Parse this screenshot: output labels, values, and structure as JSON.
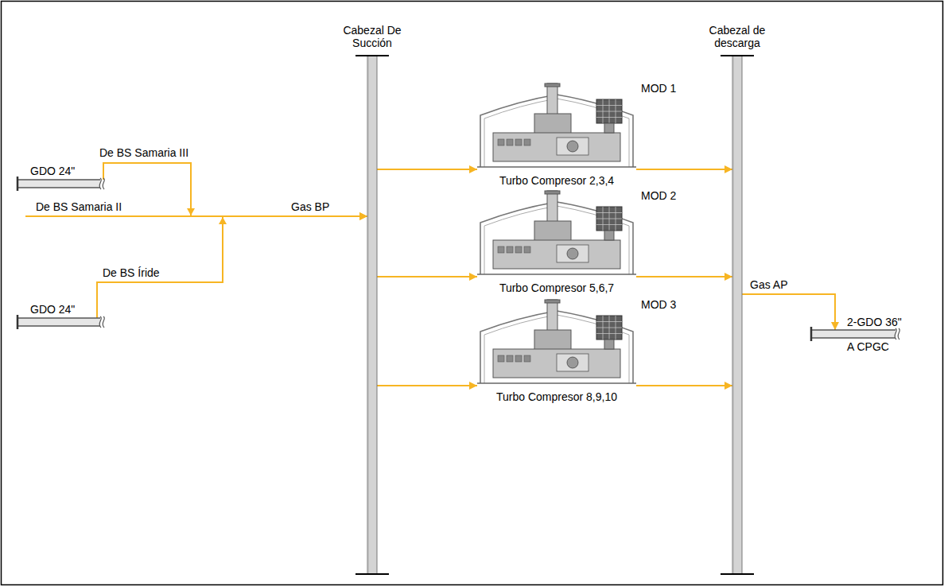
{
  "diagram": {
    "nodes": [
      {
        "text": [
          "GDO 24\""
        ]
      },
      {
        "text": [
          "GDO 24\""
        ]
      },
      {
        "text": [
          "Cabezal De Succión"
        ]
      },
      {
        "text": [
          "MOD 1",
          "Turbo Compresor 2,3,4"
        ]
      },
      {
        "text": [
          "MOD 2",
          "Turbo Compresor 5,6,7"
        ]
      },
      {
        "text": [
          "MOD 3",
          "Turbo Compresor 8,9,10"
        ]
      },
      {
        "text": [
          "Cabezal de descarga"
        ]
      },
      {
        "text": [
          "2-GDO 36\"",
          "A CPGC"
        ]
      }
    ],
    "edges": [
      {
        "from": 0,
        "to": 2,
        "arrow": "to",
        "label": "De BS Samaria III"
      },
      {
        "from": 1,
        "to": 2,
        "arrow": "to",
        "label": "De BS Íride"
      },
      {
        "from": 2,
        "to": 3,
        "arrow": "to"
      },
      {
        "from": 2,
        "to": 4,
        "arrow": "to"
      },
      {
        "from": 2,
        "to": 5,
        "arrow": "to"
      },
      {
        "from": 3,
        "to": 6,
        "arrow": "to"
      },
      {
        "from": 4,
        "to": 6,
        "arrow": "to"
      },
      {
        "from": 5,
        "to": 6,
        "arrow": "to"
      },
      {
        "from": 6,
        "to": 7,
        "arrow": "to",
        "label": "Gas AP"
      }
    ],
    "labels": [
      "De BS Samaria II",
      "Gas BP"
    ]
  }
}
